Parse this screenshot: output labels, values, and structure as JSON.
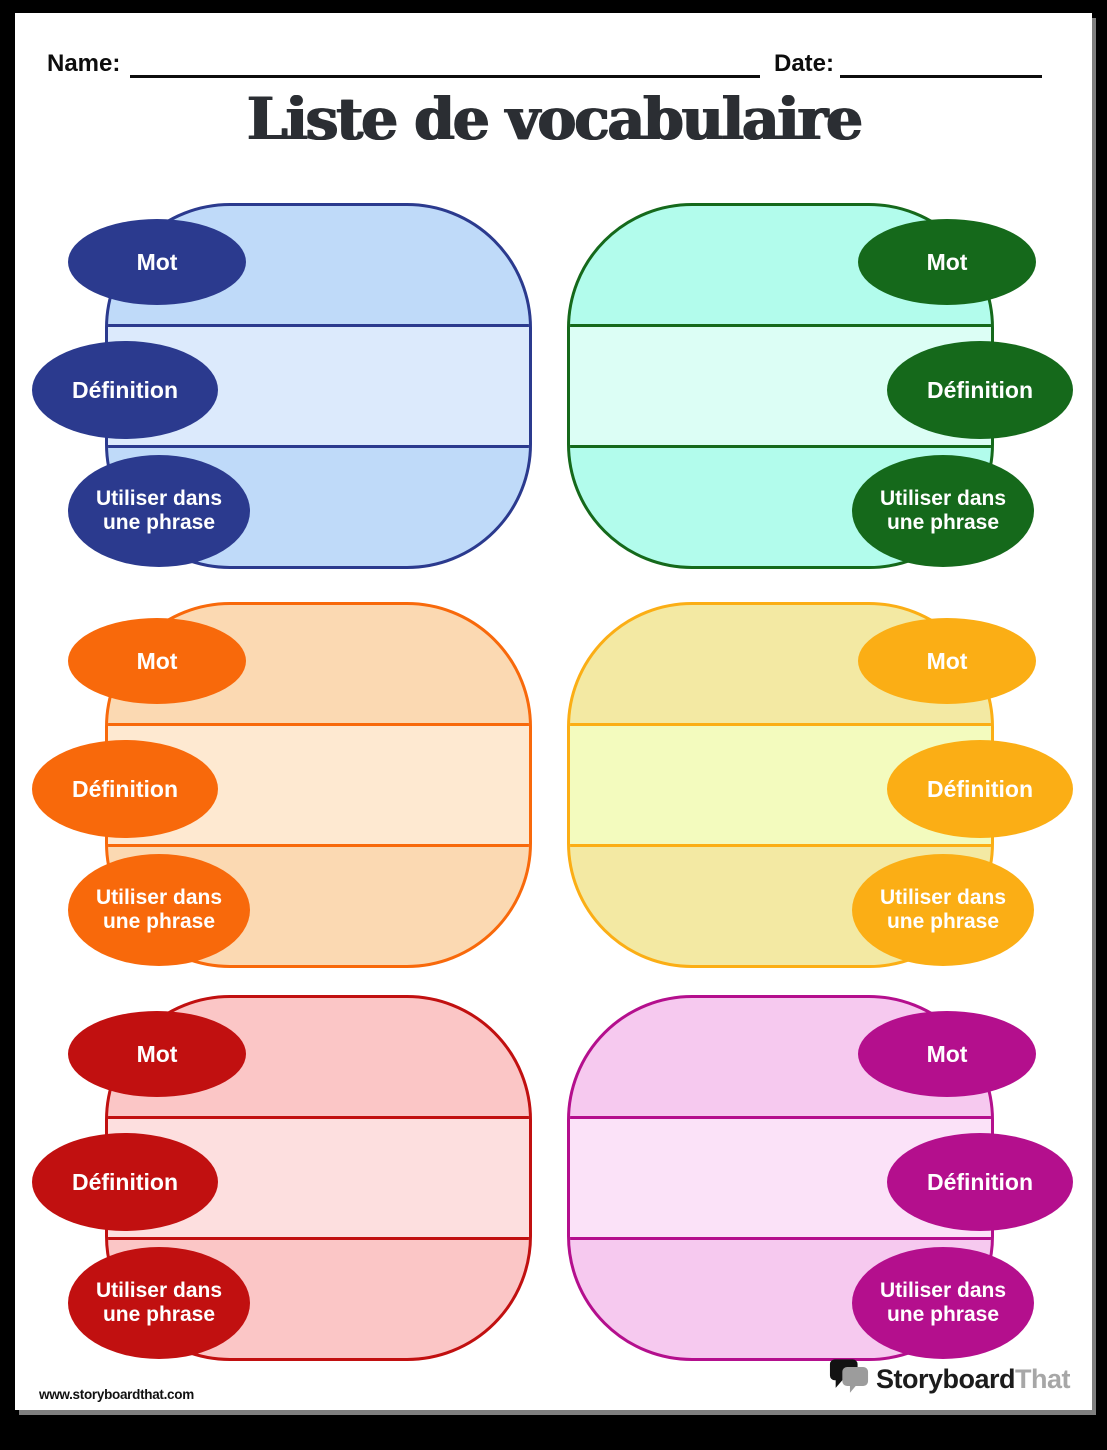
{
  "page": {
    "name_label": "Name:",
    "date_label": "Date:",
    "title": "Liste de vocabulaire"
  },
  "cards": [
    {
      "color_name": "blue",
      "side": "left",
      "accent": "#2B3A8E",
      "row_fill": "#BFDAF9",
      "row_fill_mid": "#DCEAFC",
      "word_label": "Mot",
      "definition_label": "Définition",
      "sentence_label": "Utiliser dans une phrase"
    },
    {
      "color_name": "green",
      "side": "right",
      "accent": "#15691B",
      "row_fill": "#B2FCEC",
      "row_fill_mid": "#DCFEF5",
      "word_label": "Mot",
      "definition_label": "Définition",
      "sentence_label": "Utiliser dans une phrase"
    },
    {
      "color_name": "orange",
      "side": "left",
      "accent": "#F8690B",
      "row_fill": "#FBD9B2",
      "row_fill_mid": "#FEE9D1",
      "word_label": "Mot",
      "definition_label": "Définition",
      "sentence_label": "Utiliser dans une phrase"
    },
    {
      "color_name": "yellow",
      "side": "right",
      "accent": "#FBAE15",
      "row_fill": "#F3E9A3",
      "row_fill_mid": "#F3FBBE",
      "word_label": "Mot",
      "definition_label": "Définition",
      "sentence_label": "Utiliser dans une phrase"
    },
    {
      "color_name": "red",
      "side": "left",
      "accent": "#C11010",
      "row_fill": "#FBC6C6",
      "row_fill_mid": "#FDDFDF",
      "word_label": "Mot",
      "definition_label": "Définition",
      "sentence_label": "Utiliser dans une phrase"
    },
    {
      "color_name": "magenta",
      "side": "right",
      "accent": "#B40F8D",
      "row_fill": "#F6C9EF",
      "row_fill_mid": "#FBE2F8",
      "word_label": "Mot",
      "definition_label": "Définition",
      "sentence_label": "Utiliser dans une phrase"
    }
  ],
  "footer": {
    "website": "www.storyboardthat.com",
    "logo_text_primary": "Storyboard",
    "logo_text_secondary": "That"
  }
}
